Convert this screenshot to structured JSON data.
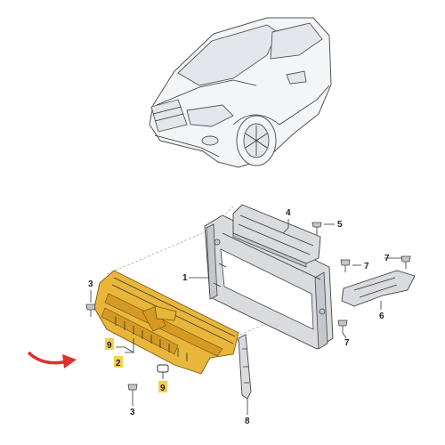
{
  "diagram": {
    "callouts": {
      "c1": "1",
      "c2": "2",
      "c3a": "3",
      "c3b": "3",
      "c4": "4",
      "c5": "5",
      "c6": "6",
      "c7a": "7",
      "c7b": "7",
      "c7c": "7",
      "c8": "8",
      "c9a": "9",
      "c9b": "9"
    },
    "highlighted_callouts": [
      "2",
      "9"
    ],
    "colors": {
      "highlight": "#f6d04d",
      "part_yellow": "#e9b63c",
      "arrow_red": "#e0312b",
      "part_grey": "#d9dbde"
    }
  }
}
